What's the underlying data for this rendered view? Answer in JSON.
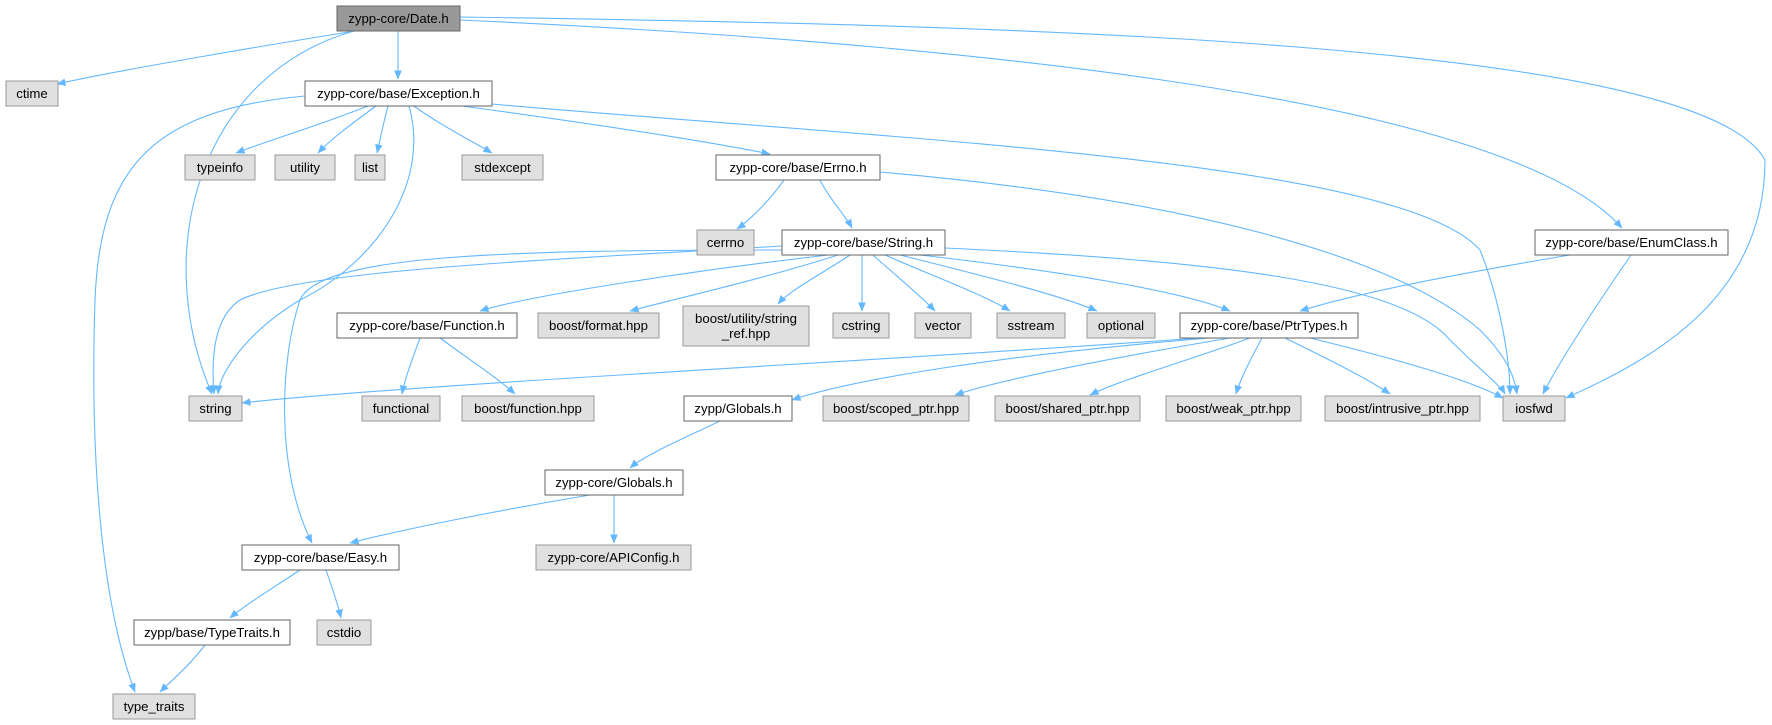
{
  "colors": {
    "root_fill": "#999999",
    "root_stroke": "#666666",
    "documented_fill": "#ffffff",
    "documented_stroke": "#666666",
    "external_fill": "#e0e0e0",
    "external_stroke": "#999999",
    "edge": "#63b8ff"
  },
  "nodes": [
    {
      "id": "date",
      "kind": "root",
      "lines": [
        "zypp-core/Date.h"
      ]
    },
    {
      "id": "ctime",
      "kind": "external",
      "lines": [
        "ctime"
      ]
    },
    {
      "id": "exception",
      "kind": "documented",
      "lines": [
        "zypp-core/base/Exception.h"
      ]
    },
    {
      "id": "typeinfo",
      "kind": "external",
      "lines": [
        "typeinfo"
      ]
    },
    {
      "id": "utility",
      "kind": "external",
      "lines": [
        "utility"
      ]
    },
    {
      "id": "list",
      "kind": "external",
      "lines": [
        "list"
      ]
    },
    {
      "id": "stdexcept",
      "kind": "external",
      "lines": [
        "stdexcept"
      ]
    },
    {
      "id": "errno_h",
      "kind": "documented",
      "lines": [
        "zypp-core/base/Errno.h"
      ]
    },
    {
      "id": "cerrno",
      "kind": "external",
      "lines": [
        "cerrno"
      ]
    },
    {
      "id": "string_h",
      "kind": "documented",
      "lines": [
        "zypp-core/base/String.h"
      ]
    },
    {
      "id": "enumclass",
      "kind": "documented",
      "lines": [
        "zypp-core/base/EnumClass.h"
      ]
    },
    {
      "id": "function_h",
      "kind": "documented",
      "lines": [
        "zypp-core/base/Function.h"
      ]
    },
    {
      "id": "boost_format",
      "kind": "external",
      "lines": [
        "boost/format.hpp"
      ]
    },
    {
      "id": "boost_string_ref",
      "kind": "external",
      "lines": [
        "boost/utility/string",
        "_ref.hpp"
      ]
    },
    {
      "id": "cstring",
      "kind": "external",
      "lines": [
        "cstring"
      ]
    },
    {
      "id": "vector",
      "kind": "external",
      "lines": [
        "vector"
      ]
    },
    {
      "id": "sstream",
      "kind": "external",
      "lines": [
        "sstream"
      ]
    },
    {
      "id": "optional",
      "kind": "external",
      "lines": [
        "optional"
      ]
    },
    {
      "id": "ptrtypes",
      "kind": "documented",
      "lines": [
        "zypp-core/base/PtrTypes.h"
      ]
    },
    {
      "id": "string",
      "kind": "external",
      "lines": [
        "string"
      ]
    },
    {
      "id": "functional",
      "kind": "external",
      "lines": [
        "functional"
      ]
    },
    {
      "id": "boost_function",
      "kind": "external",
      "lines": [
        "boost/function.hpp"
      ]
    },
    {
      "id": "zypp_globals",
      "kind": "documented",
      "lines": [
        "zypp/Globals.h"
      ]
    },
    {
      "id": "boost_scoped",
      "kind": "external",
      "lines": [
        "boost/scoped_ptr.hpp"
      ]
    },
    {
      "id": "boost_shared",
      "kind": "external",
      "lines": [
        "boost/shared_ptr.hpp"
      ]
    },
    {
      "id": "boost_weak",
      "kind": "external",
      "lines": [
        "boost/weak_ptr.hpp"
      ]
    },
    {
      "id": "boost_intrusive",
      "kind": "external",
      "lines": [
        "boost/intrusive_ptr.hpp"
      ]
    },
    {
      "id": "iosfwd",
      "kind": "external",
      "lines": [
        "iosfwd"
      ]
    },
    {
      "id": "core_globals",
      "kind": "documented",
      "lines": [
        "zypp-core/Globals.h"
      ]
    },
    {
      "id": "easy",
      "kind": "documented",
      "lines": [
        "zypp-core/base/Easy.h"
      ]
    },
    {
      "id": "apiconfig",
      "kind": "external",
      "lines": [
        "zypp-core/APIConfig.h"
      ]
    },
    {
      "id": "typetraits_h",
      "kind": "documented",
      "lines": [
        "zypp/base/TypeTraits.h"
      ]
    },
    {
      "id": "cstdio",
      "kind": "external",
      "lines": [
        "cstdio"
      ]
    },
    {
      "id": "type_traits",
      "kind": "external",
      "lines": [
        "type_traits"
      ]
    }
  ],
  "edges": [
    [
      "date",
      "ctime"
    ],
    [
      "date",
      "exception"
    ],
    [
      "date",
      "string"
    ],
    [
      "date",
      "enumclass"
    ],
    [
      "date",
      "iosfwd"
    ],
    [
      "exception",
      "typeinfo"
    ],
    [
      "exception",
      "utility"
    ],
    [
      "exception",
      "list"
    ],
    [
      "exception",
      "stdexcept"
    ],
    [
      "exception",
      "errno_h"
    ],
    [
      "exception",
      "string"
    ],
    [
      "exception",
      "iosfwd"
    ],
    [
      "exception",
      "type_traits"
    ],
    [
      "errno_h",
      "cerrno"
    ],
    [
      "errno_h",
      "string_h"
    ],
    [
      "errno_h",
      "iosfwd"
    ],
    [
      "string_h",
      "string"
    ],
    [
      "string_h",
      "function_h"
    ],
    [
      "string_h",
      "boost_format"
    ],
    [
      "string_h",
      "boost_string_ref"
    ],
    [
      "string_h",
      "cstring"
    ],
    [
      "string_h",
      "vector"
    ],
    [
      "string_h",
      "sstream"
    ],
    [
      "string_h",
      "optional"
    ],
    [
      "string_h",
      "ptrtypes"
    ],
    [
      "string_h",
      "iosfwd"
    ],
    [
      "string_h",
      "easy"
    ],
    [
      "enumclass",
      "ptrtypes"
    ],
    [
      "enumclass",
      "iosfwd"
    ],
    [
      "function_h",
      "functional"
    ],
    [
      "function_h",
      "boost_function"
    ],
    [
      "ptrtypes",
      "string"
    ],
    [
      "ptrtypes",
      "zypp_globals"
    ],
    [
      "ptrtypes",
      "boost_scoped"
    ],
    [
      "ptrtypes",
      "boost_shared"
    ],
    [
      "ptrtypes",
      "boost_weak"
    ],
    [
      "ptrtypes",
      "boost_intrusive"
    ],
    [
      "ptrtypes",
      "iosfwd"
    ],
    [
      "zypp_globals",
      "core_globals"
    ],
    [
      "core_globals",
      "easy"
    ],
    [
      "core_globals",
      "apiconfig"
    ],
    [
      "easy",
      "typetraits_h"
    ],
    [
      "easy",
      "cstdio"
    ],
    [
      "typetraits_h",
      "type_traits"
    ]
  ]
}
